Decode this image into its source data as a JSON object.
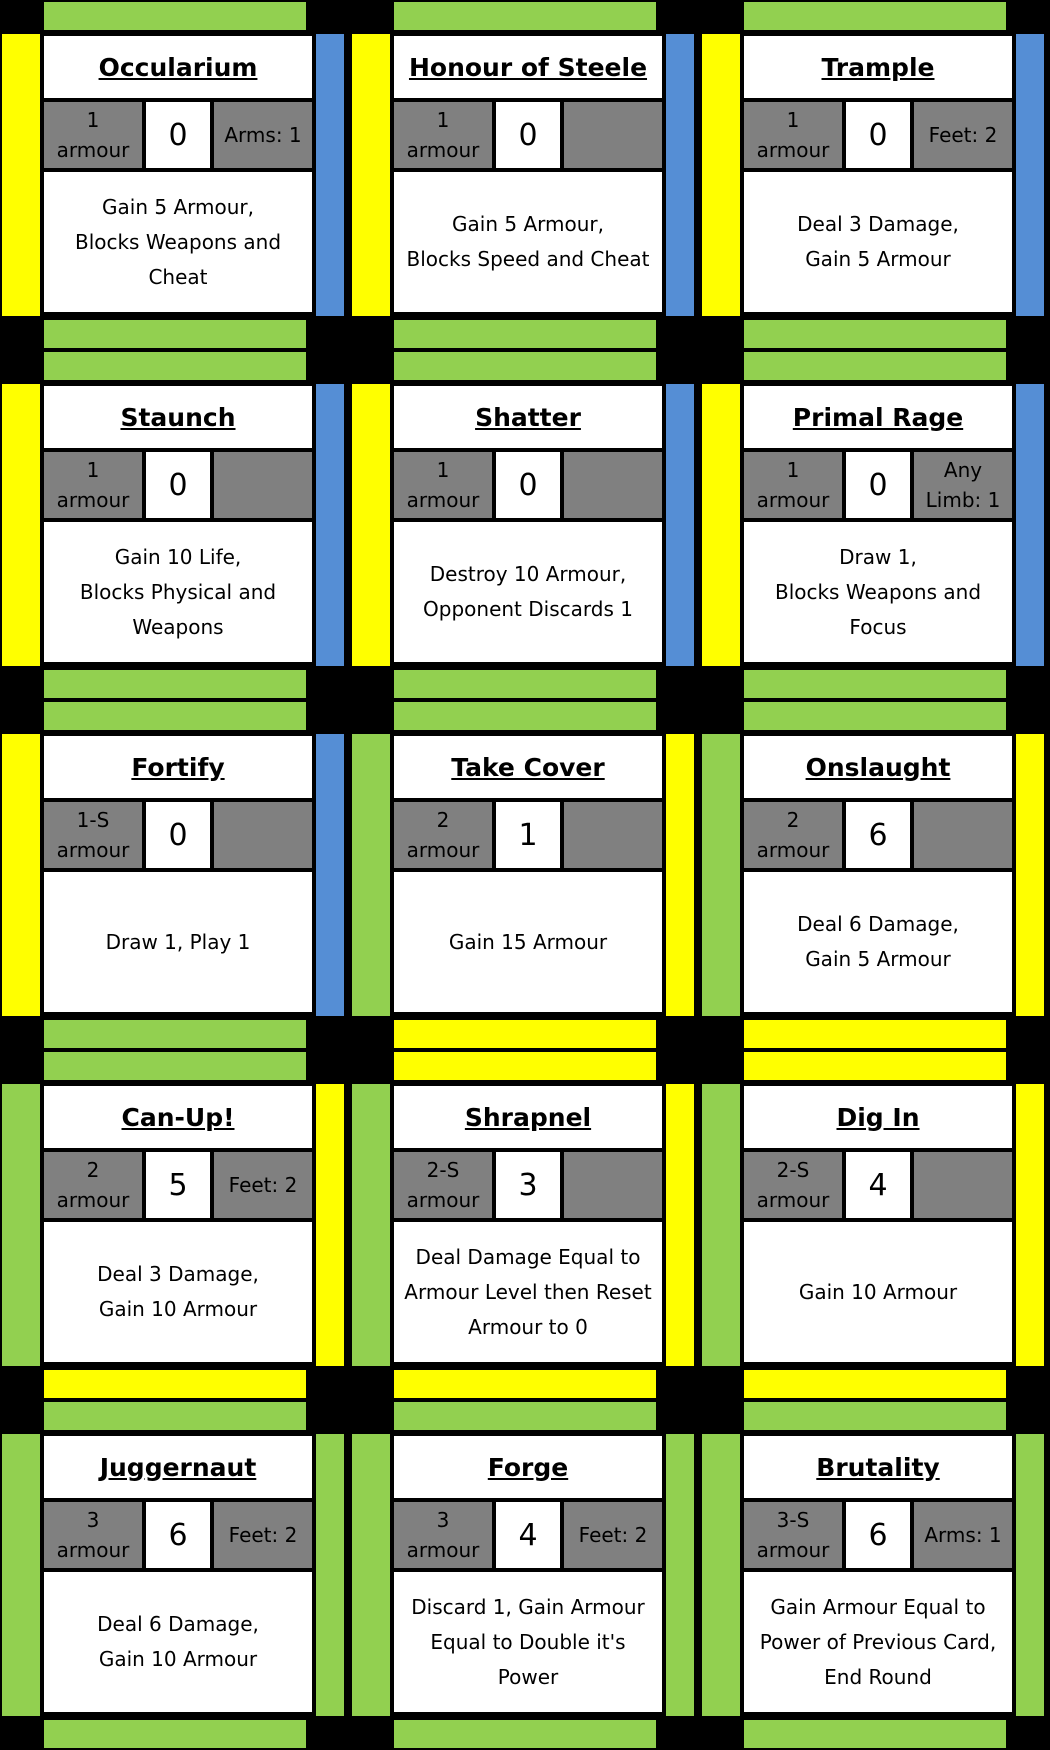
{
  "colors": {
    "green": "#92d050",
    "yellow": "#ffff00",
    "blue": "#558ed5",
    "black": "#000000",
    "stat_grey": "#808080",
    "card_white": "#ffffff"
  },
  "cards": [
    {
      "name": "Occularium",
      "cost_amount": "1",
      "cost_unit": "armour",
      "power": "0",
      "limb": "Arms: 1",
      "effect": "Gain 5 Armour,\nBlocks Weapons and\nCheat",
      "borders": {
        "top": "green",
        "bottom": "green",
        "left": "yellow",
        "right": "blue"
      }
    },
    {
      "name": "Honour of Steele",
      "cost_amount": "1",
      "cost_unit": "armour",
      "power": "0",
      "limb": "",
      "effect": "Gain 5 Armour,\nBlocks Speed and Cheat",
      "borders": {
        "top": "green",
        "bottom": "green",
        "left": "yellow",
        "right": "blue"
      }
    },
    {
      "name": "Trample",
      "cost_amount": "1",
      "cost_unit": "armour",
      "power": "0",
      "limb": "Feet: 2",
      "effect": "Deal 3 Damage,\nGain 5 Armour",
      "borders": {
        "top": "green",
        "bottom": "green",
        "left": "yellow",
        "right": "blue"
      }
    },
    {
      "name": "Staunch",
      "cost_amount": "1",
      "cost_unit": "armour",
      "power": "0",
      "limb": "",
      "effect": "Gain 10 Life,\nBlocks Physical and\nWeapons",
      "borders": {
        "top": "green",
        "bottom": "green",
        "left": "yellow",
        "right": "blue"
      }
    },
    {
      "name": "Shatter",
      "cost_amount": "1",
      "cost_unit": "armour",
      "power": "0",
      "limb": "",
      "effect": "Destroy 10 Armour,\nOpponent Discards 1",
      "borders": {
        "top": "green",
        "bottom": "green",
        "left": "yellow",
        "right": "blue"
      }
    },
    {
      "name": "Primal Rage",
      "cost_amount": "1",
      "cost_unit": "armour",
      "power": "0",
      "limb": "Any\nLimb: 1",
      "effect": "Draw 1,\nBlocks Weapons and\nFocus",
      "borders": {
        "top": "green",
        "bottom": "green",
        "left": "yellow",
        "right": "blue"
      }
    },
    {
      "name": "Fortify",
      "cost_amount": "1-S",
      "cost_unit": "armour",
      "power": "0",
      "limb": "",
      "effect": "Draw 1, Play 1",
      "borders": {
        "top": "green",
        "bottom": "green",
        "left": "yellow",
        "right": "blue"
      }
    },
    {
      "name": "Take Cover",
      "cost_amount": "2",
      "cost_unit": "armour",
      "power": "1",
      "limb": "",
      "effect": "Gain 15 Armour",
      "borders": {
        "top": "green",
        "bottom": "yellow",
        "left": "green",
        "right": "yellow"
      }
    },
    {
      "name": "Onslaught",
      "cost_amount": "2",
      "cost_unit": "armour",
      "power": "6",
      "limb": "",
      "effect": "Deal 6 Damage,\nGain 5 Armour",
      "borders": {
        "top": "green",
        "bottom": "yellow",
        "left": "green",
        "right": "yellow"
      }
    },
    {
      "name": "Can-Up!",
      "cost_amount": "2",
      "cost_unit": "armour",
      "power": "5",
      "limb": "Feet: 2",
      "effect": "Deal 3 Damage,\nGain 10 Armour",
      "borders": {
        "top": "green",
        "bottom": "yellow",
        "left": "green",
        "right": "yellow"
      }
    },
    {
      "name": "Shrapnel",
      "cost_amount": "2-S",
      "cost_unit": "armour",
      "power": "3",
      "limb": "",
      "effect": "Deal Damage Equal to\nArmour Level then Reset\nArmour to 0",
      "borders": {
        "top": "yellow",
        "bottom": "yellow",
        "left": "green",
        "right": "yellow"
      }
    },
    {
      "name": "Dig In",
      "cost_amount": "2-S",
      "cost_unit": "armour",
      "power": "4",
      "limb": "",
      "effect": "Gain 10 Armour",
      "borders": {
        "top": "yellow",
        "bottom": "yellow",
        "left": "green",
        "right": "yellow"
      }
    },
    {
      "name": "Juggernaut",
      "cost_amount": "3",
      "cost_unit": "armour",
      "power": "6",
      "limb": "Feet: 2",
      "effect": "Deal 6 Damage,\nGain 10 Armour",
      "borders": {
        "top": "green",
        "bottom": "green",
        "left": "green",
        "right": "green"
      }
    },
    {
      "name": "Forge",
      "cost_amount": "3",
      "cost_unit": "armour",
      "power": "4",
      "limb": "Feet: 2",
      "effect": "Discard  1, Gain Armour\nEqual to Double it's\nPower",
      "borders": {
        "top": "green",
        "bottom": "green",
        "left": "green",
        "right": "green"
      }
    },
    {
      "name": "Brutality",
      "cost_amount": "3-S",
      "cost_unit": "armour",
      "power": "6",
      "limb": "Arms: 1",
      "effect": "Gain Armour Equal to\nPower of Previous Card,\nEnd Round",
      "borders": {
        "top": "green",
        "bottom": "green",
        "left": "green",
        "right": "green"
      }
    }
  ]
}
